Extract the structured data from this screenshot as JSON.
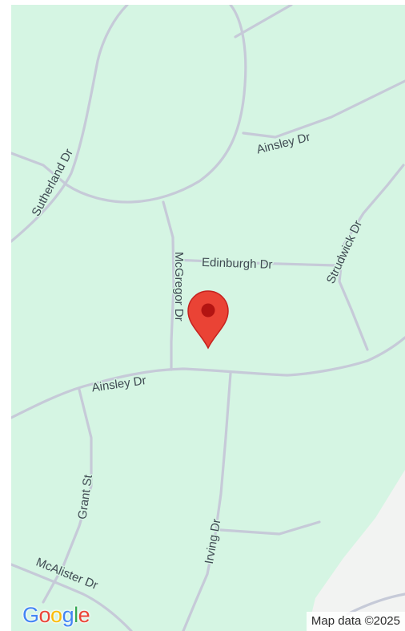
{
  "colors": {
    "land": "#d5f5e3",
    "road": "#c6cad8",
    "developed_area": "#f2f3f2",
    "marker": "#ea4335",
    "marker_dark": "#b31412",
    "label": "#3f4a52"
  },
  "streets": {
    "ainsley_upper": "Ainsley Dr",
    "sutherland": "Sutherland Dr",
    "strudwick": "Strudwick Dr",
    "mcgregor": "McGregor Dr",
    "edinburgh": "Edinburgh Dr",
    "ainsley_lower": "Ainsley Dr",
    "grant": "Grant St",
    "irving": "Irving Dr",
    "mcalister": "McAlister Dr"
  },
  "marker": {
    "icon": "map-pin-icon"
  },
  "branding": {
    "logo_letters": [
      "G",
      "o",
      "o",
      "g",
      "l",
      "e"
    ],
    "logo_colors": [
      "#4285f4",
      "#ea4335",
      "#fbbc05",
      "#4285f4",
      "#34a853",
      "#ea4335"
    ]
  },
  "attribution": "Map data ©2025"
}
